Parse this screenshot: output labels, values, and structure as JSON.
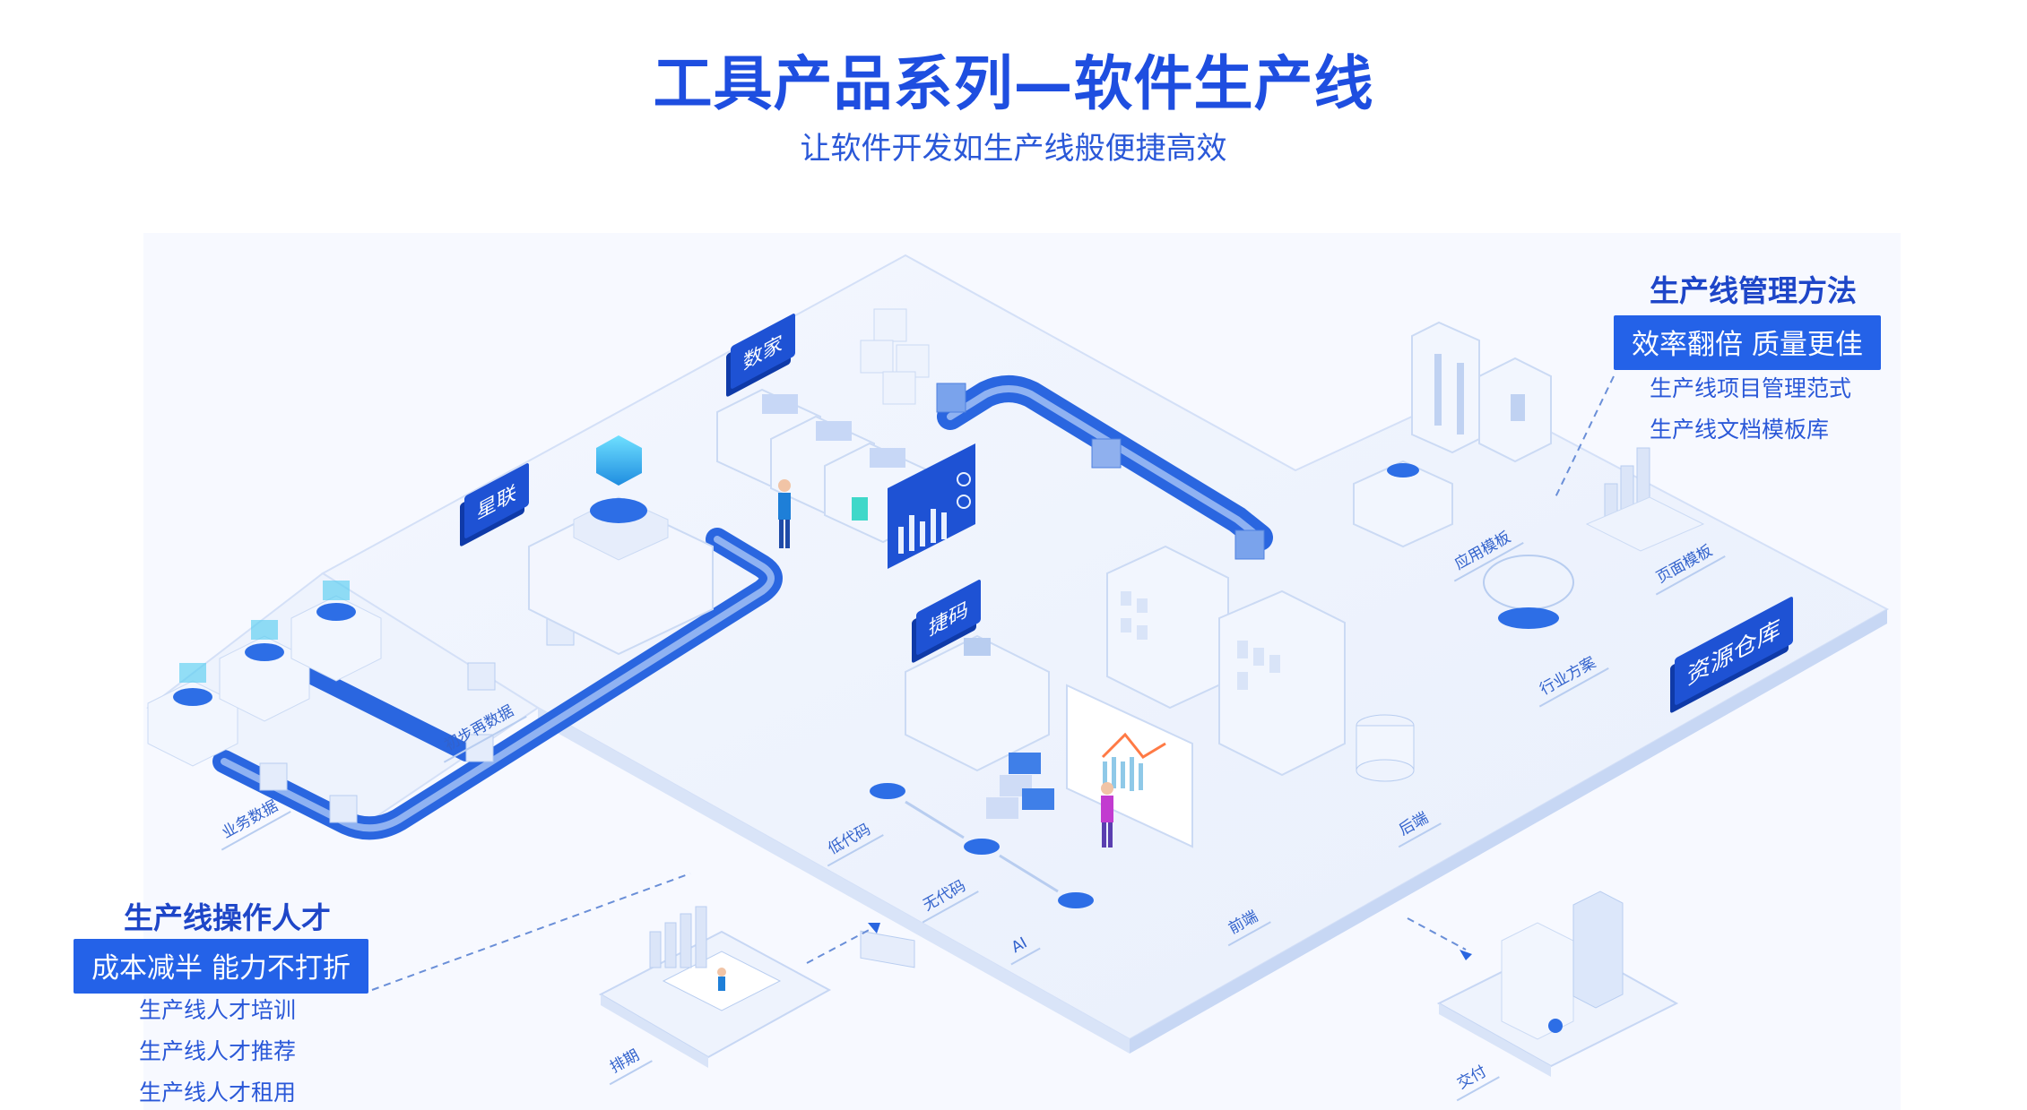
{
  "header": {
    "title": "工具产品系列—软件生产线",
    "subtitle": "让软件开发如生产线般便捷高效"
  },
  "management_panel": {
    "heading": "生产线管理方法",
    "badge": "效率翻倍 质量更佳",
    "items": [
      "生产线项目管理范式",
      "生产线文档模板库"
    ]
  },
  "talent_panel": {
    "heading": "生产线操作人才",
    "badge": "成本减半 能力不打折",
    "items": [
      "生产线人才培训",
      "生产线人才推荐",
      "生产线人才租用"
    ]
  },
  "tags": {
    "shujia": "数家",
    "xinglian": "星联",
    "jiema": "捷码",
    "resource": "资源仓库"
  },
  "floor_labels": {
    "business_data": "业务数据",
    "processed_data": "初步再数据",
    "low_code": "低代码",
    "no_code": "无代码",
    "ai": "AI",
    "frontend": "前端",
    "backend": "后端",
    "app_template": "应用模板",
    "industry_solution": "行业方案",
    "page_template": "页面模板",
    "schedule": "排期",
    "delivery": "交付"
  },
  "colors": {
    "primary": "#1e4ee0",
    "badge": "#2462e8",
    "belt": "#2a66e0",
    "platform": "#edf2fd"
  }
}
